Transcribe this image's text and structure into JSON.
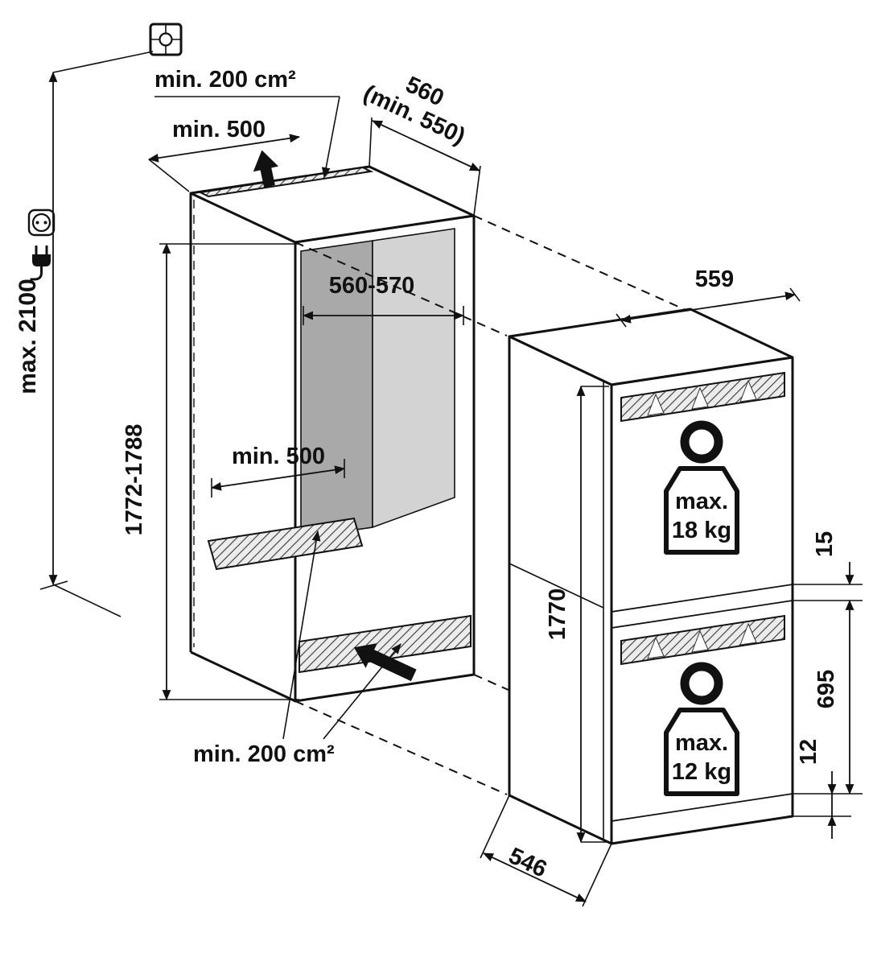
{
  "page": {
    "background": "#ffffff",
    "ink": "#111111",
    "wall_dark": "#a9a9a9",
    "wall_light": "#d3d3d3",
    "hatch_bg": "#ececec"
  },
  "labels": {
    "max_overall_height": "max. 2100",
    "top_vent_area": "min. 200 cm²",
    "top_clearance_depth": "min. 500",
    "niche_depth": "560",
    "niche_depth_min": "(min. 550)",
    "niche_width": "560-570",
    "niche_height": "1772-1788",
    "floor_clearance_depth": "min. 500",
    "bottom_vent_area": "min. 200 cm²",
    "appliance_width": "559",
    "appliance_height": "1770",
    "appliance_depth": "546",
    "top_hinge_gap": "15",
    "lower_door_height": "695",
    "bottom_gap": "12",
    "upper_door_weight_line1": "max.",
    "upper_door_weight_line2": "18 kg",
    "lower_door_weight_line1": "max.",
    "lower_door_weight_line2": "12 kg"
  },
  "icons": {
    "junction_box": "ceiling-junction-box",
    "socket": "power-socket",
    "plug": "power-plug",
    "airflow": "airflow-up-arrow",
    "insertion": "slide-in-arrow",
    "weight_upper": "door-weight-limit-upper",
    "weight_lower": "door-weight-limit-lower"
  }
}
